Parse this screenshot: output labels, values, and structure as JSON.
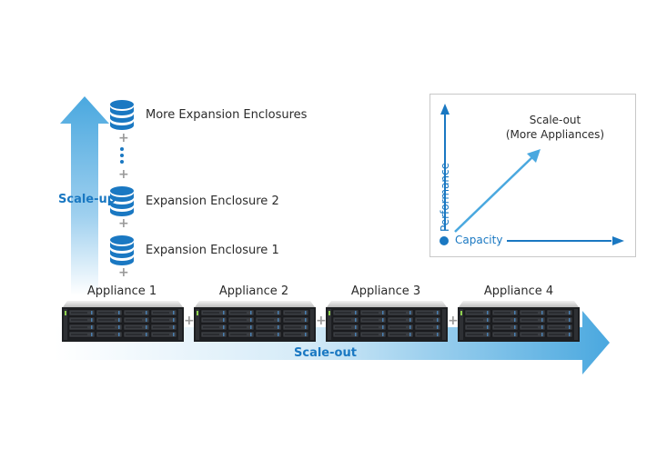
{
  "scale_up": {
    "label": "Scale-up",
    "enclosures": [
      {
        "label": "More Expansion Enclosures"
      },
      {
        "label": "Expansion Enclosure 2"
      },
      {
        "label": "Expansion Enclosure 1"
      }
    ],
    "connector": "+",
    "ellipsis": "⋮"
  },
  "scale_out": {
    "label": "Scale-out",
    "appliances": [
      {
        "label": "Appliance 1"
      },
      {
        "label": "Appliance 2"
      },
      {
        "label": "Appliance 3"
      },
      {
        "label": "Appliance 4"
      }
    ],
    "connector": "+"
  },
  "inset": {
    "title_line1": "Scale-out",
    "title_line2": "(More Appliances)",
    "y_axis": "Performance",
    "x_axis": "Capacity"
  },
  "colors": {
    "arrow_blue": "#5ab4e6",
    "icon_blue": "#1a78c2",
    "text_blue": "#1a78c2"
  },
  "icons": {
    "database": "database-icon",
    "server": "server-rack-icon"
  }
}
